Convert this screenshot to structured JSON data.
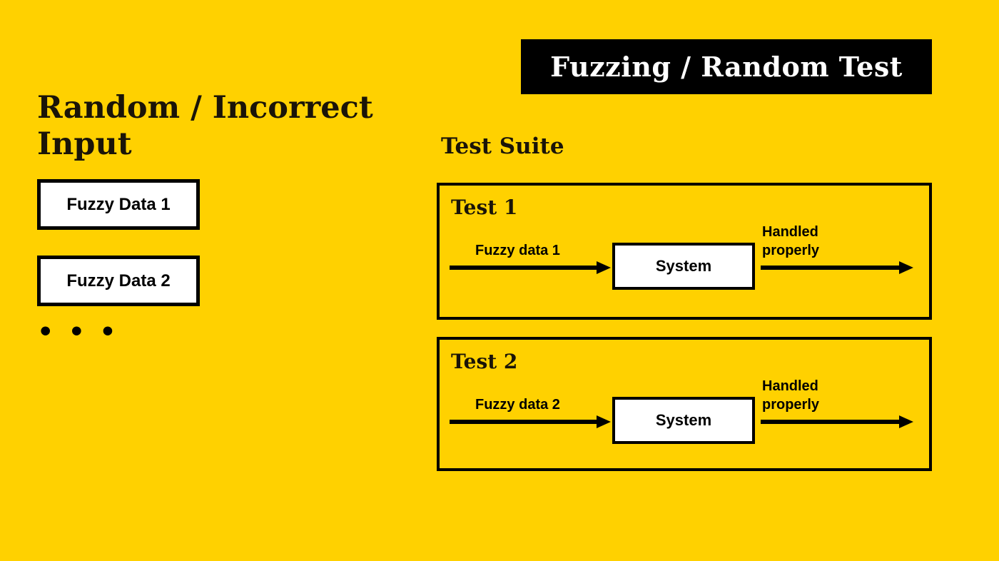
{
  "slide": {
    "background_color": "#FFD100",
    "title_bar": {
      "text": "Fuzzing / Random Test",
      "background_color": "#000000",
      "text_color": "#FFFFFF"
    }
  },
  "left_column": {
    "heading": "Random / Incorrect Input",
    "data_boxes": [
      {
        "label": "Fuzzy Data 1"
      },
      {
        "label": "Fuzzy Data 2"
      }
    ],
    "ellipsis": "• • •"
  },
  "right_column": {
    "suite_heading": "Test Suite",
    "tests": [
      {
        "name": "Test 1",
        "input_label": "Fuzzy data 1",
        "system_label": "System",
        "output_label": "Handled\nproperly"
      },
      {
        "name": "Test 2",
        "input_label": "Fuzzy data 2",
        "system_label": "System",
        "output_label": "Handled\nproperly"
      }
    ]
  }
}
